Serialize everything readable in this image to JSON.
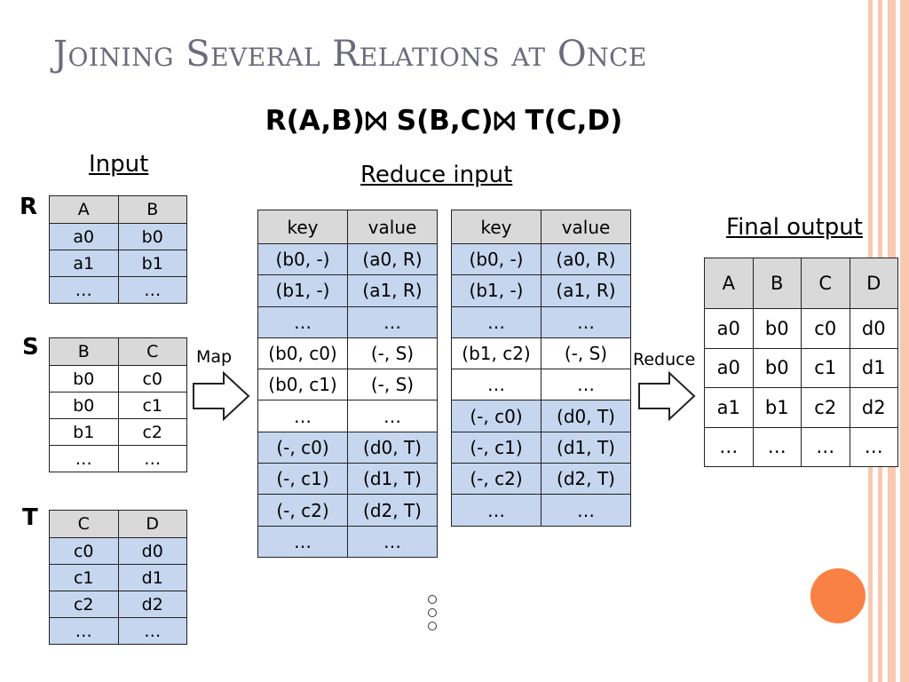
{
  "title": "Joining Several Relations at Once",
  "formula": "R(A,B)⨝ S(B,C)⨝ T(C,D)",
  "labels": {
    "input": "Input",
    "reduce_input": "Reduce input",
    "final_output": "Final output",
    "map": "Map",
    "reduce": "Reduce",
    "R": "R",
    "S": "S",
    "T": "T"
  },
  "input_tables": {
    "R": {
      "headers": [
        "A",
        "B"
      ],
      "rows": [
        [
          "a0",
          "b0"
        ],
        [
          "a1",
          "b1"
        ],
        [
          "…",
          "…"
        ]
      ]
    },
    "S": {
      "headers": [
        "B",
        "C"
      ],
      "rows": [
        [
          "b0",
          "c0"
        ],
        [
          "b0",
          "c1"
        ],
        [
          "b1",
          "c2"
        ],
        [
          "…",
          "…"
        ]
      ]
    },
    "T": {
      "headers": [
        "C",
        "D"
      ],
      "rows": [
        [
          "c0",
          "d0"
        ],
        [
          "c1",
          "d1"
        ],
        [
          "c2",
          "d2"
        ],
        [
          "…",
          "…"
        ]
      ]
    }
  },
  "reduce_tables": [
    {
      "headers": [
        "key",
        "value"
      ],
      "rows": [
        [
          "(b0, -)",
          "(a0, R)"
        ],
        [
          "(b1, -)",
          "(a1, R)"
        ],
        [
          "…",
          "…"
        ],
        [
          "(b0, c0)",
          "(-, S)"
        ],
        [
          "(b0, c1)",
          "(-, S)"
        ],
        [
          "…",
          "…"
        ],
        [
          "(-, c0)",
          "(d0, T)"
        ],
        [
          "(-, c1)",
          "(d1, T)"
        ],
        [
          "(-, c2)",
          "(d2, T)"
        ],
        [
          "…",
          "…"
        ]
      ]
    },
    {
      "headers": [
        "key",
        "value"
      ],
      "rows": [
        [
          "(b0, -)",
          "(a0, R)"
        ],
        [
          "(b1, -)",
          "(a1, R)"
        ],
        [
          "…",
          "…"
        ],
        [
          "(b1, c2)",
          "(-, S)"
        ],
        [
          "…",
          "…"
        ],
        [
          "(-, c0)",
          "(d0, T)"
        ],
        [
          "(-, c1)",
          "(d1, T)"
        ],
        [
          "(-, c2)",
          "(d2, T)"
        ],
        [
          "…",
          "…"
        ]
      ]
    }
  ],
  "final_table": {
    "headers": [
      "A",
      "B",
      "C",
      "D"
    ],
    "rows": [
      [
        "a0",
        "b0",
        "c0",
        "d0"
      ],
      [
        "a0",
        "b0",
        "c1",
        "d1"
      ],
      [
        "a1",
        "b1",
        "c2",
        "d2"
      ],
      [
        "…",
        "…",
        "…",
        "…"
      ]
    ]
  },
  "colors": {
    "header_fill": "#d9d9d9",
    "blue_fill": "#c5d6ee",
    "accent": "#fa8144",
    "stripe": "#f8c9b0",
    "title": "#6b6b7b"
  }
}
